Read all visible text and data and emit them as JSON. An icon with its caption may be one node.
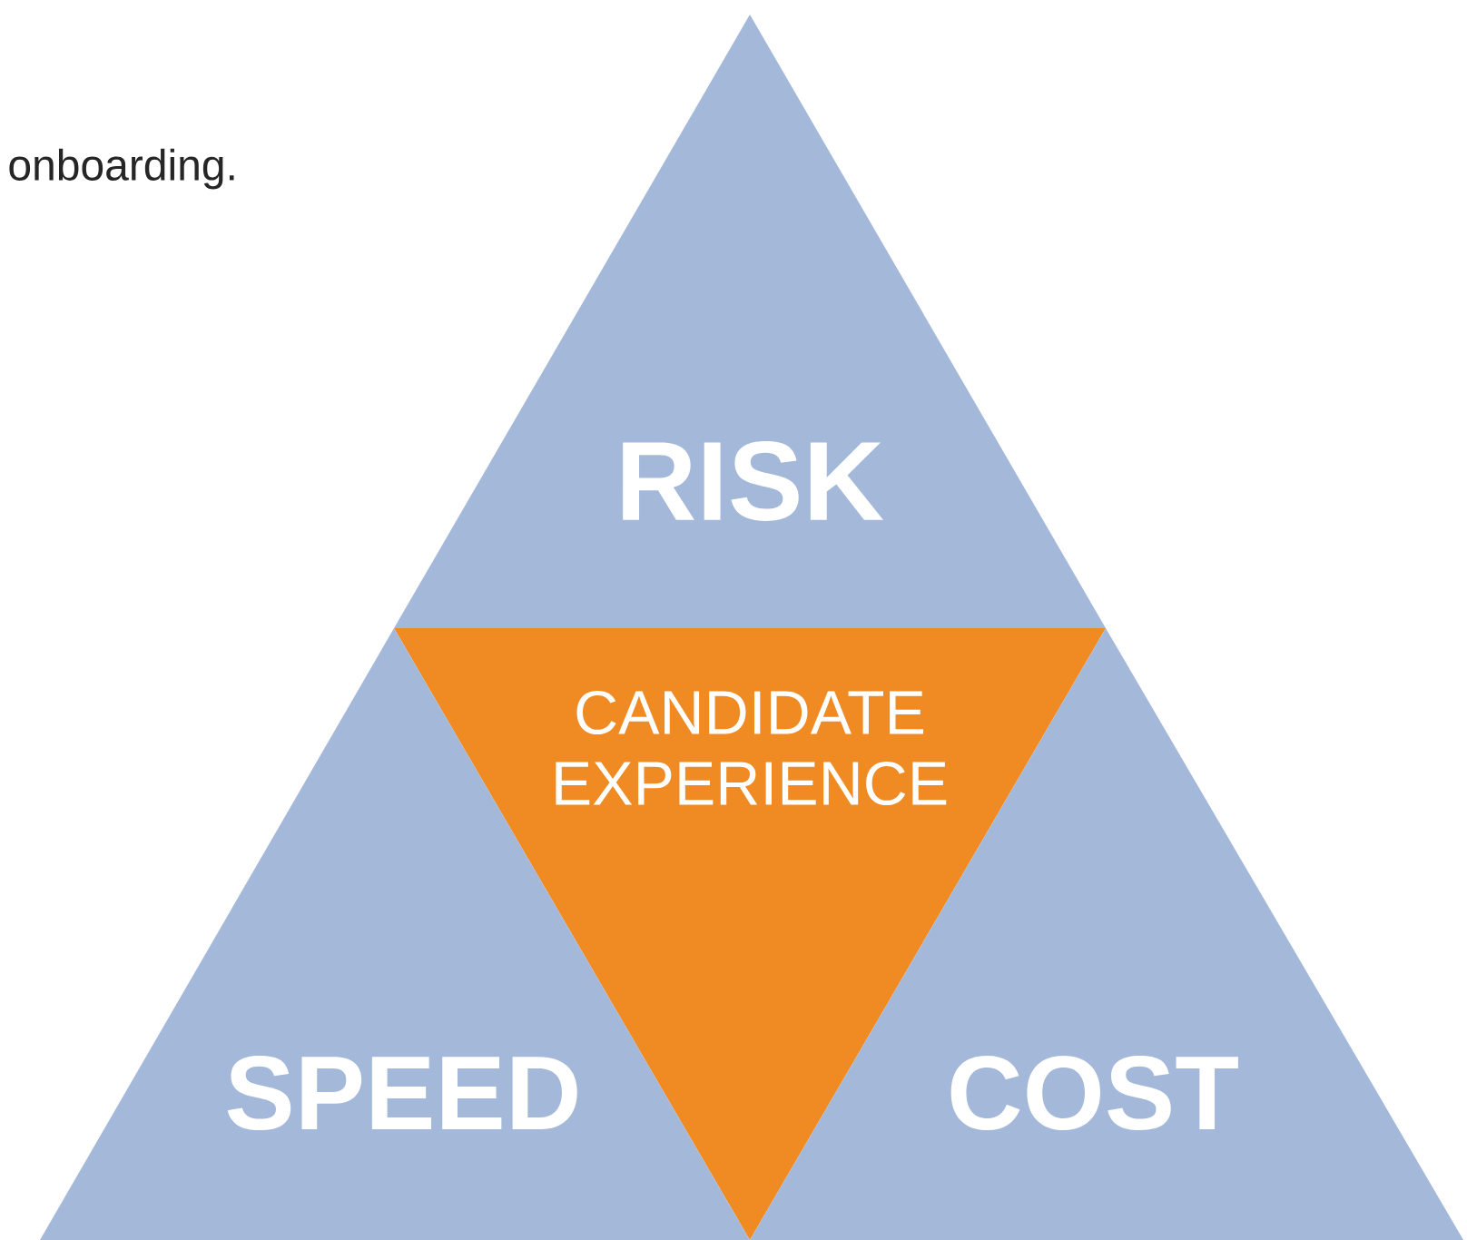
{
  "diagram": {
    "nodes": [
      {
        "text": [
          "RISK"
        ]
      },
      {
        "text": [
          "CANDIDATE EXPERIENCE"
        ]
      },
      {
        "text": [
          "SPEED"
        ]
      },
      {
        "text": [
          "COST"
        ]
      }
    ],
    "labels": [
      "onboarding."
    ]
  }
}
